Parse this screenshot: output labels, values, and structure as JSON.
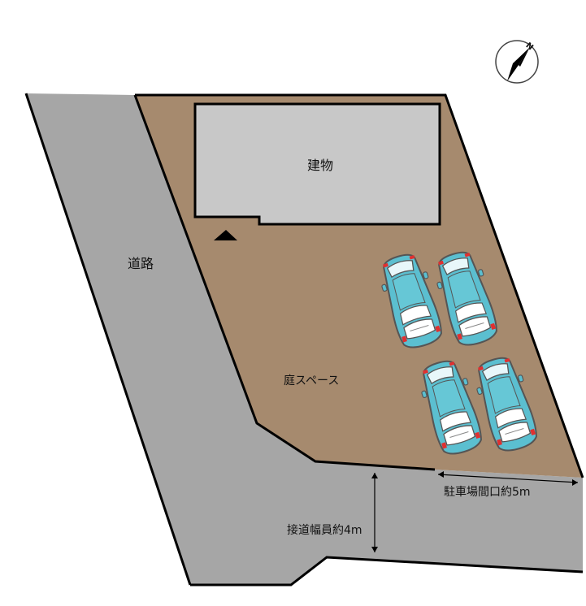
{
  "labels": {
    "building": "建物",
    "road": "道路",
    "garden": "庭スペース",
    "frontage": "駐車場間口約5m",
    "road_width": "接道幅員約4m",
    "north": "N"
  },
  "colors": {
    "road": "#a6a6a6",
    "lot": "#a68a6e",
    "building": "#c8c8c8",
    "car_body": "#5bbfd0",
    "car_outline": "#5a5a5a",
    "outline": "#000000"
  },
  "icons": {
    "compass": "north-arrow-icon",
    "entrance": "entrance-triangle-icon",
    "car": "car-icon"
  }
}
